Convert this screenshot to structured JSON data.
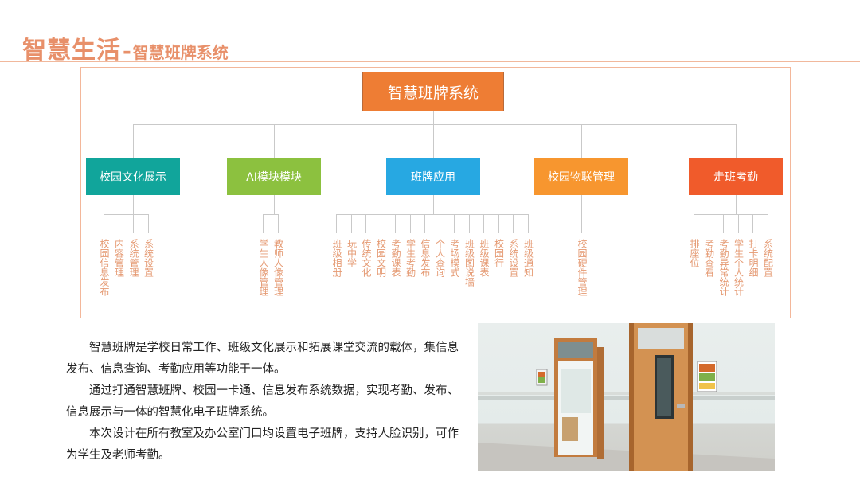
{
  "header": {
    "title": "智慧生活",
    "separator": "-",
    "subtitle": "智慧班牌系统"
  },
  "diagram": {
    "root": "智慧班牌系统",
    "branches": [
      {
        "label": "校园文化展示",
        "color": "#11a59b",
        "leaves": [
          "校园信息发布",
          "内容管理",
          "系统管理",
          "系统设置"
        ]
      },
      {
        "label": "AI模块模块",
        "color": "#8cc13f",
        "leaves": [
          "学生人像管理",
          "教师人像管理"
        ]
      },
      {
        "label": "班牌应用",
        "color": "#27a8e2",
        "leaves": [
          "班级相册",
          "玩中学",
          "传统文化",
          "校园文明",
          "考勤课表",
          "学生考勤",
          "信息发布",
          "个人查询",
          "考场模式",
          "班级图说墙",
          "班级课表",
          "校园行",
          "系统设置",
          "班级通知"
        ]
      },
      {
        "label": "校园物联管理",
        "color": "#f7962f",
        "leaves": [
          "校园硬件管理"
        ]
      },
      {
        "label": "走班考勤",
        "color": "#f05b2b",
        "leaves": [
          "排座位",
          "考勤查看",
          "考勤异常统计",
          "学生个人统计",
          "打卡明细",
          "系统配置"
        ]
      }
    ]
  },
  "description": [
    "智慧班牌是学校日常工作、班级文化展示和拓展课堂交流的载体，集信息发布、信息查询、考勤应用等功能于一体。",
    "通过打通智慧班牌、校园一卡通、信息发布系统数据，实现考勤、发布、信息展示与一体的智慧化电子班牌系统。",
    "本次设计在所有教室及办公室门口均设置电子班牌，支持人脸识别，可作为学生及老师考勤。"
  ],
  "colors": {
    "accent": "#e8906a",
    "frame": "#f3b79a",
    "connector": "#c9c9c9",
    "leaf_text": "#e59a73"
  }
}
